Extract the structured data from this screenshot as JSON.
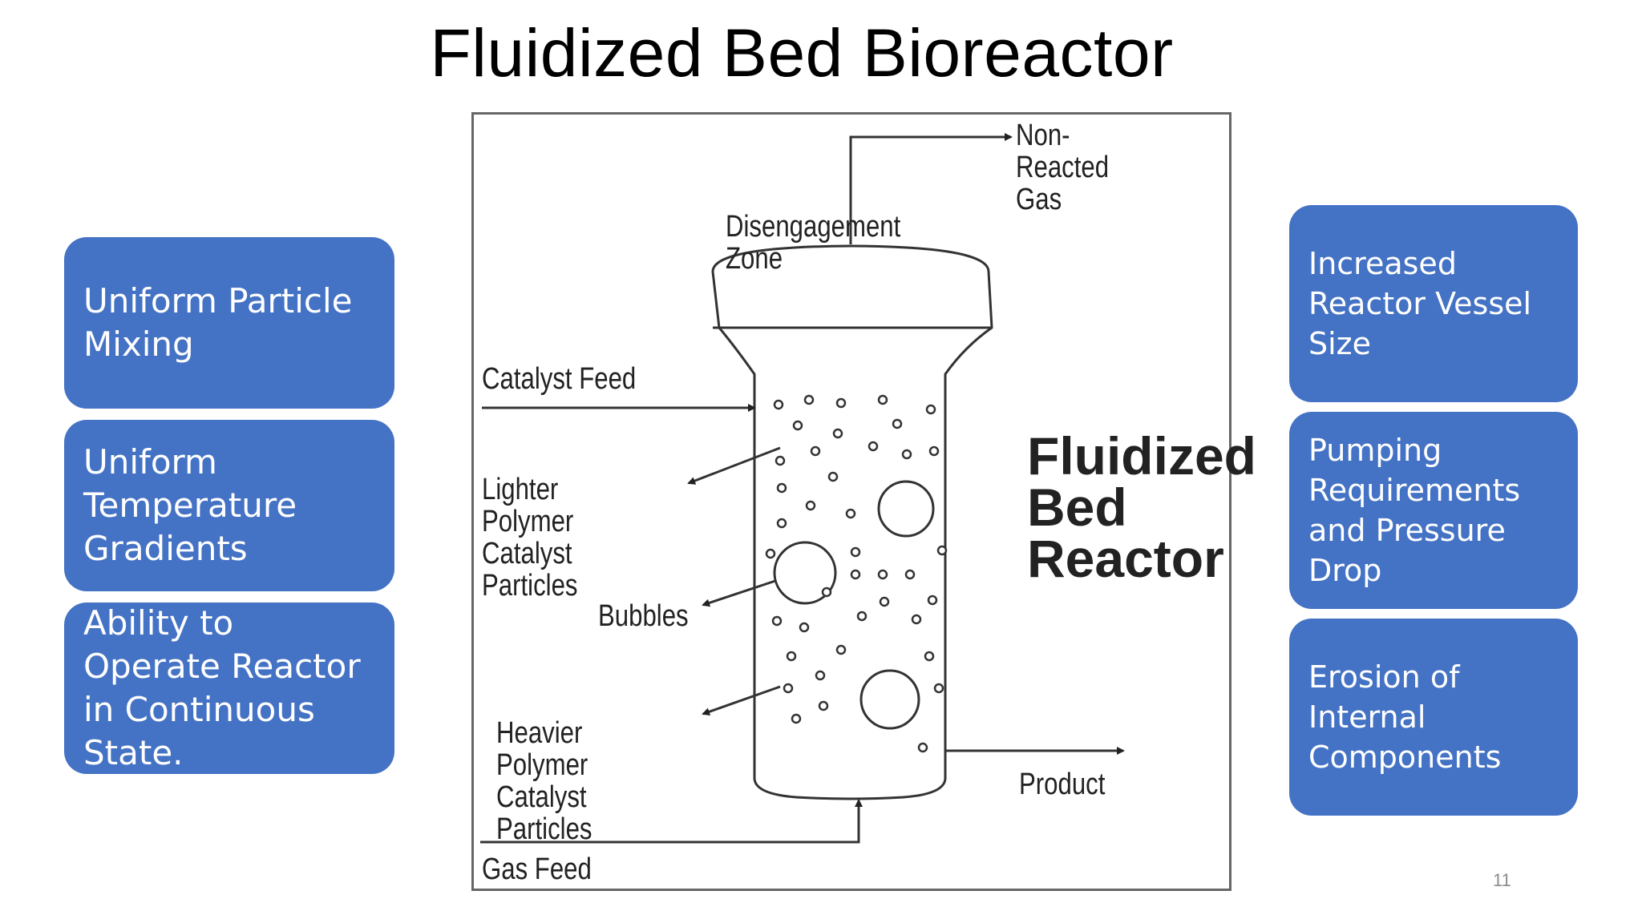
{
  "slide": {
    "title": "Fluidized Bed Bioreactor",
    "page_number": "11"
  },
  "advantages": [
    "Uniform Particle Mixing",
    "Uniform Temperature Gradients",
    "Ability to Operate Reactor in Continuous State."
  ],
  "disadvantages": [
    "Increased Reactor Vessel Size",
    "Pumping Requirements and Pressure Drop",
    "Erosion of Internal Components"
  ],
  "diagram": {
    "non_reacted_gas": "Non-Reacted Gas",
    "disengagement_zone": "Disengagement Zone",
    "catalyst_feed": "Catalyst Feed",
    "lighter_particles": "Lighter Polymer Catalyst Particles",
    "bubbles": "Bubbles",
    "heavier_particles": "Heavier Polymer Catalyst Particles",
    "reactor_name": "Fluidized Bed Reactor",
    "product": "Product",
    "gas_feed": "Gas Feed"
  },
  "colors": {
    "box_fill": "#4472c4",
    "box_text": "#ffffff",
    "diagram_line": "#333333"
  }
}
